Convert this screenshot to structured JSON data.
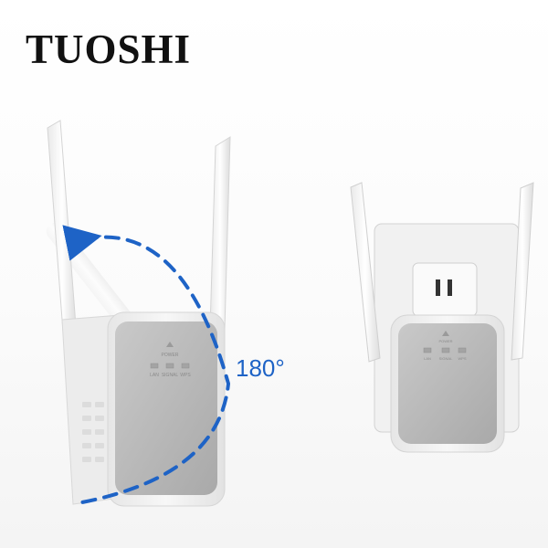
{
  "brand": "TUOSHI",
  "rotation_label": "180°",
  "left_device": {
    "led_labels": [
      "POWER",
      "LAN",
      "SIGNAL",
      "WPS"
    ]
  },
  "right_device": {
    "led_labels": [
      "POWER",
      "LAN",
      "SIGNAL",
      "WPS"
    ]
  },
  "colors": {
    "accent_arrow": "#1e63c6",
    "panel_gray": "#b9b9b9",
    "housing_white": "#f2f2f2"
  }
}
